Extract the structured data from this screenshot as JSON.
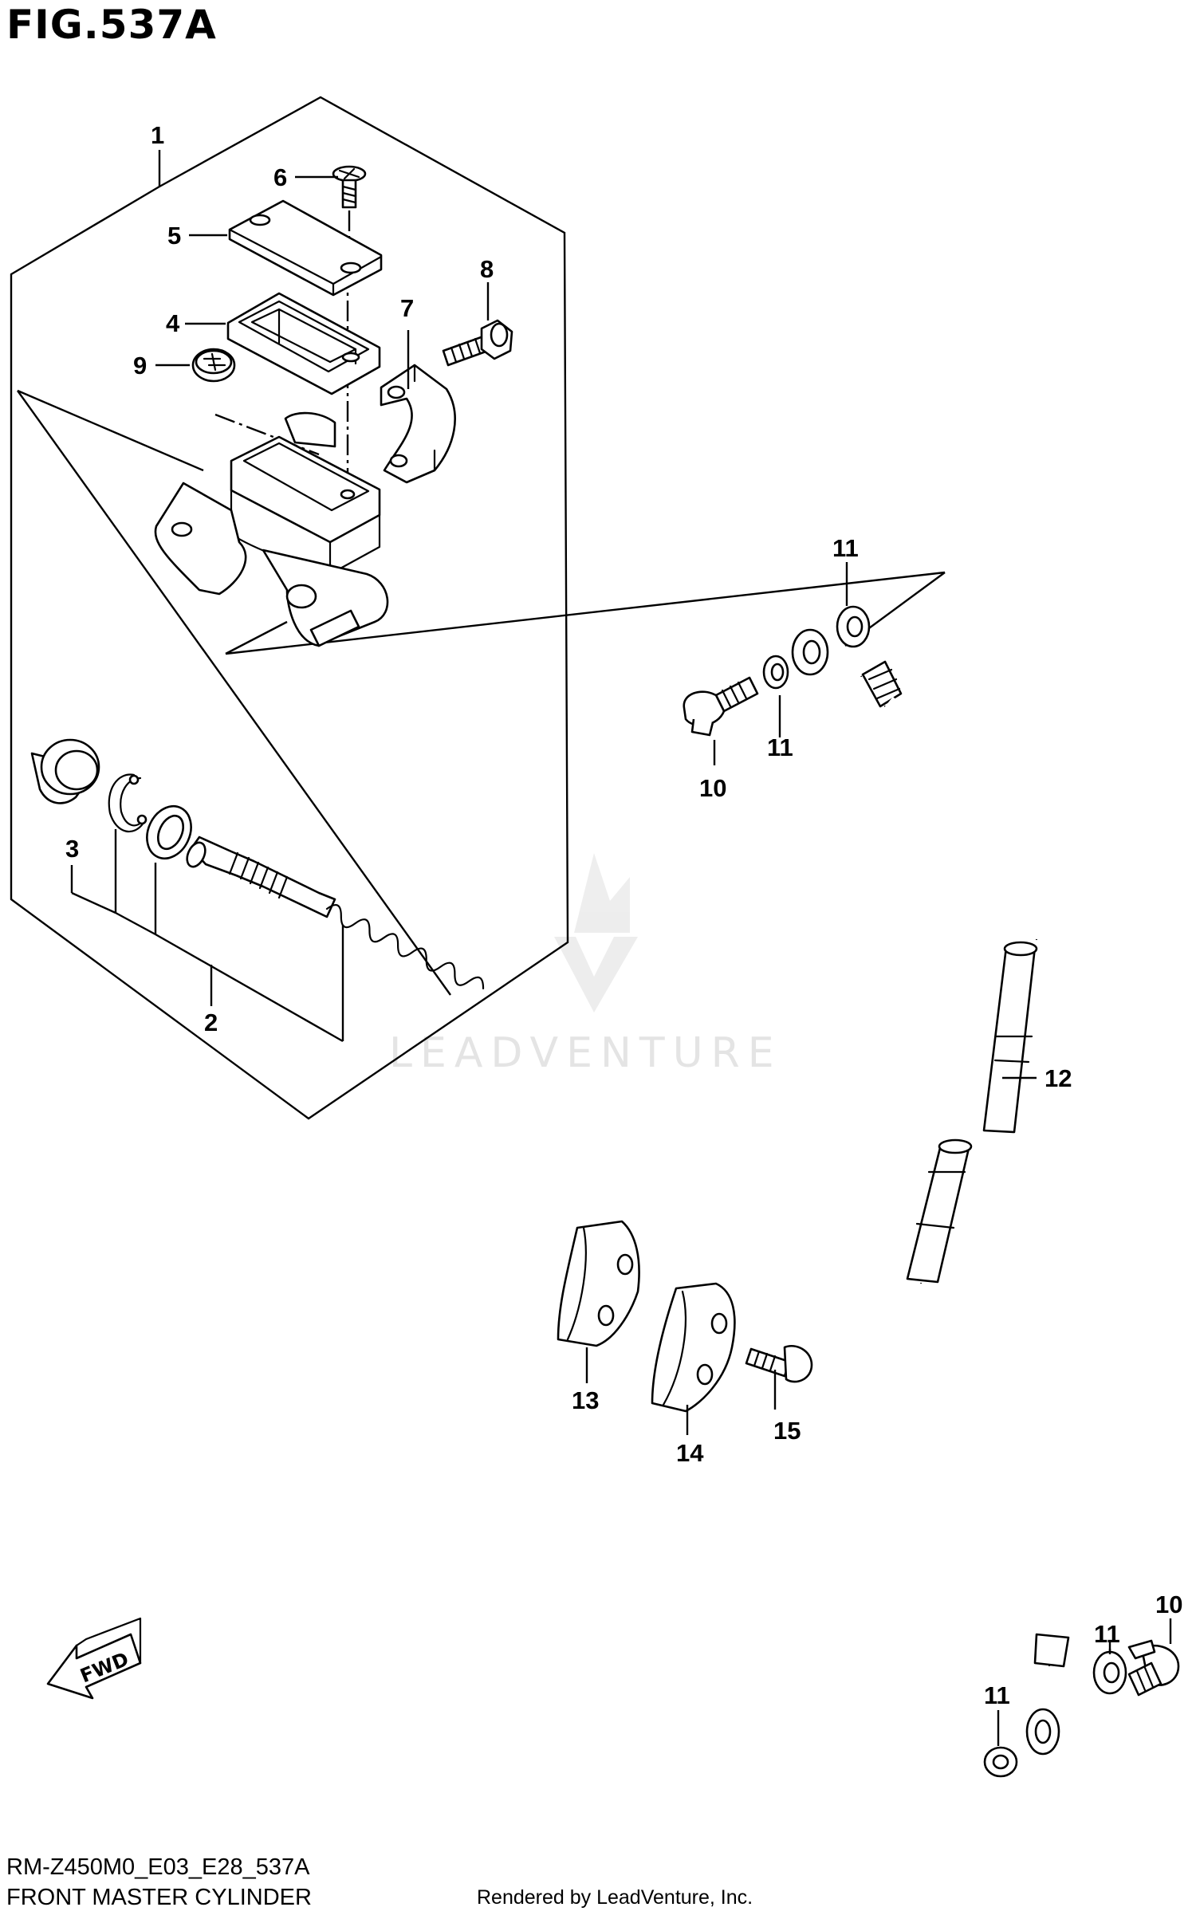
{
  "figure": {
    "title": "FIG.537A",
    "code": "RM-Z450M0_E03_E28_537A",
    "subtitle": "FRONT MASTER CYLINDER",
    "credit": "Rendered by LeadVenture, Inc.",
    "watermark": "LEADVENTURE",
    "fwd_label": "FWD"
  },
  "callouts": {
    "c1": "1",
    "c2": "2",
    "c3": "3",
    "c4": "4",
    "c5": "5",
    "c6": "6",
    "c7": "7",
    "c8": "8",
    "c9": "9",
    "c10a": "10",
    "c10b": "10",
    "c11a": "11",
    "c11b": "11",
    "c11c": "11",
    "c11d": "11",
    "c12": "12",
    "c13": "13",
    "c14": "14",
    "c15": "15"
  }
}
